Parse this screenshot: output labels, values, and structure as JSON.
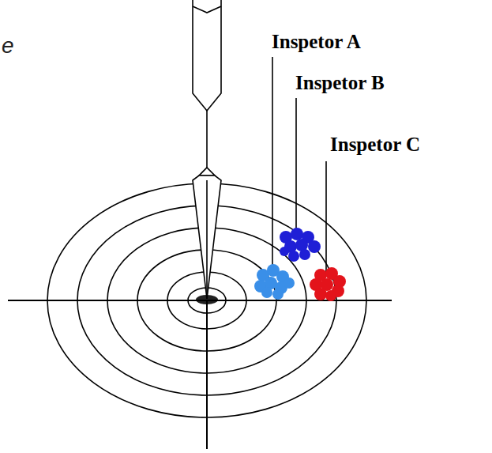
{
  "diagram": {
    "labels": [
      "e",
      "Inspetor A",
      "Inspetor B",
      "Inspetor C"
    ]
  }
}
